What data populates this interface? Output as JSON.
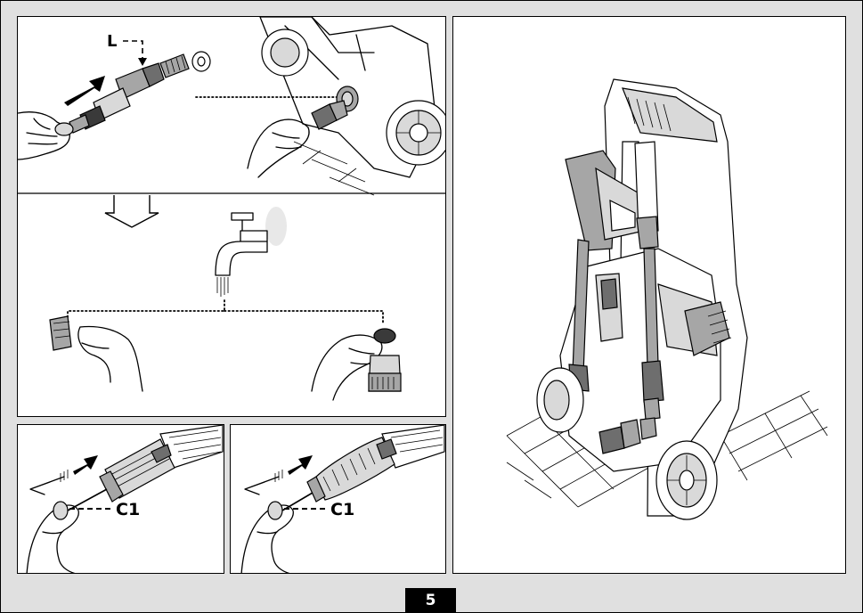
{
  "labels": {
    "filter_label": "L",
    "c1_left": "C1",
    "c1_right": "C1"
  },
  "page_number": "5",
  "icons": [
    "arrow-right-icon",
    "arrow-down-icon",
    "tap-icon",
    "hand-icon",
    "pressure-washer-icon",
    "nozzle-icon"
  ]
}
